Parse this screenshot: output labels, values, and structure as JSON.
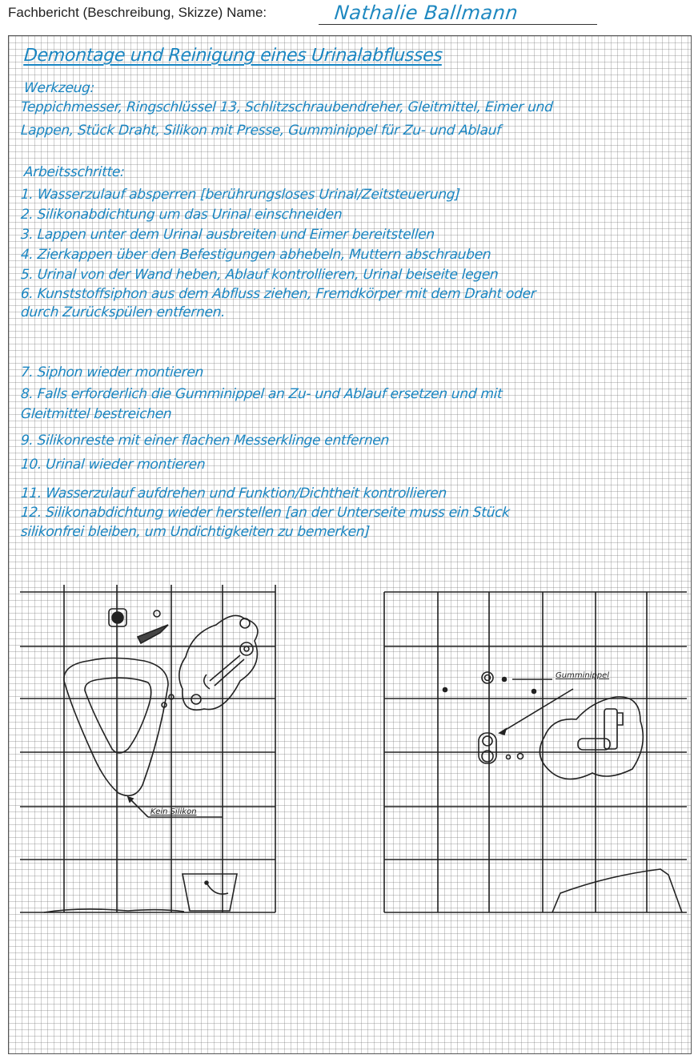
{
  "header": {
    "form_label": "Fachbericht (Beschreibung, Skizze) Name:",
    "name": "Nathalie Ballmann"
  },
  "report": {
    "title": "Demontage und Reinigung eines Urinalabflusses",
    "tools_heading": "Werkzeug:",
    "tools_lines": [
      "Teppichmesser, Ringschlüssel 13, Schlitzschraubendreher, Gleitmittel, Eimer und",
      "Lappen, Stück Draht, Silikon mit Presse, Gumminippel für Zu- und Ablauf"
    ],
    "steps_heading": "Arbeitsschritte:",
    "steps": [
      "1. Wasserzulauf absperren [berührungsloses Urinal/Zeitsteuerung]",
      "2. Silikonabdichtung um das Urinal einschneiden",
      "3. Lappen unter dem Urinal ausbreiten und Eimer bereitstellen",
      "4. Zierkappen über den Befestigungen abhebeln, Muttern abschrauben",
      "5. Urinal von der Wand heben, Ablauf kontrollieren, Urinal beiseite legen",
      "6. Kunststoffsiphon aus dem Abfluss ziehen, Fremdkörper mit dem Draht oder",
      "   durch Zurückspülen entfernen.",
      "7. Siphon wieder montieren",
      "8. Falls erforderlich die Gumminippel an Zu- und Ablauf ersetzen und mit",
      "   Gleitmittel bestreichen",
      "9. Silikonreste mit einer flachen Messerklinge entfernen",
      "10. Urinal wieder montieren",
      "11. Wasserzulauf aufdrehen und Funktion/Dichtheit kontrollieren",
      "12. Silikonabdichtung wieder herstellen [an der Unterseite muss ein Stück",
      "   silikonfrei bleiben, um Undichtigkeiten zu bemerken]"
    ]
  },
  "sketch": {
    "left_label": "Kein Silikon",
    "right_label": "Gumminippel"
  },
  "colors": {
    "ink": "#1a86c2",
    "pencil": "#222222"
  }
}
